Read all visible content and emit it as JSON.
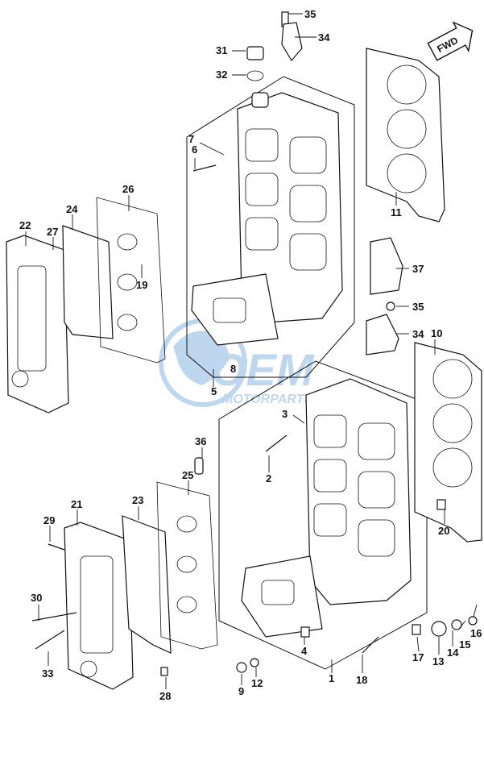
{
  "badge": {
    "label": "FWD"
  },
  "watermark": {
    "brand": "OEM",
    "subtitle": "MOTORPARTS",
    "color": "#4a8fd0"
  },
  "callouts": [
    "35",
    "34",
    "31",
    "32",
    "6",
    "7",
    "11",
    "26",
    "24",
    "22",
    "27",
    "19",
    "37",
    "35",
    "34",
    "10",
    "8",
    "5",
    "3",
    "36",
    "2",
    "25",
    "23",
    "21",
    "29",
    "20",
    "30",
    "4",
    "16",
    "15",
    "17",
    "13",
    "14",
    "33",
    "1",
    "28",
    "18",
    "9",
    "12"
  ]
}
